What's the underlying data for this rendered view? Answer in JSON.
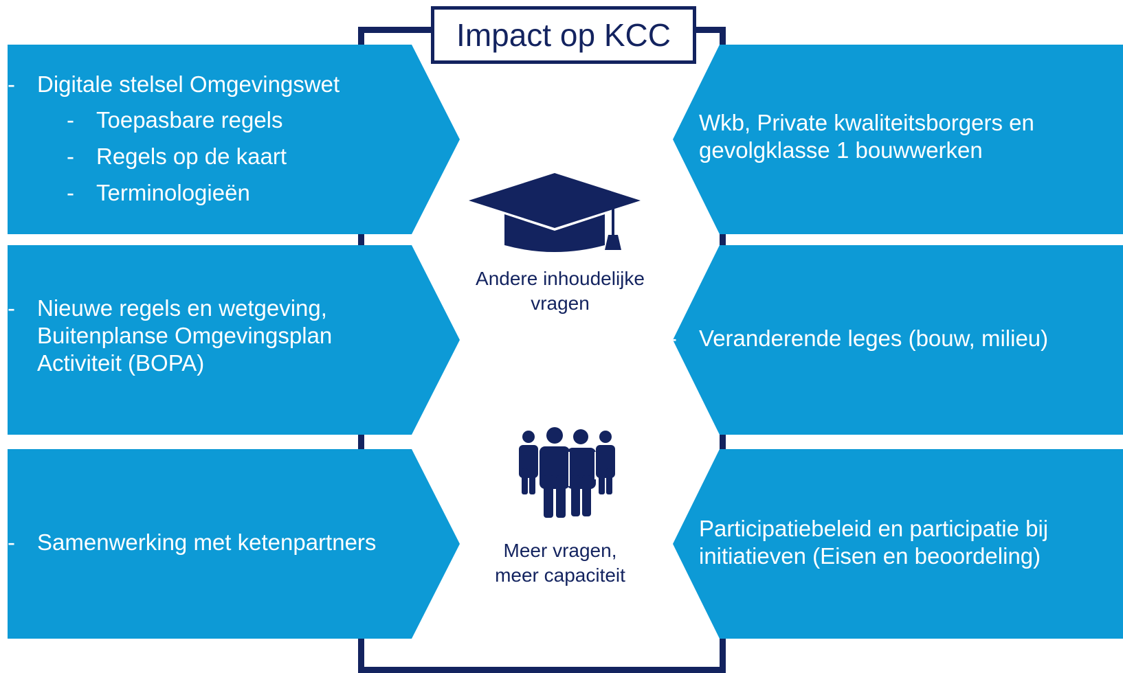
{
  "title": "Impact op KCC",
  "colors": {
    "panel": "#0d9ad6",
    "navy": "#13235f",
    "text_on_panel": "#ffffff"
  },
  "left_panels": [
    {
      "items": [
        {
          "text": "Digitale stelsel Omgevingswet",
          "level": 0
        },
        {
          "text": "Toepasbare regels",
          "level": 1
        },
        {
          "text": "Regels op de kaart",
          "level": 1
        },
        {
          "text": "Terminologieën",
          "level": 1
        }
      ]
    },
    {
      "items": [
        {
          "text": "Nieuwe regels en wetgeving, Buitenplanse Omgevingsplan Activiteit (BOPA)",
          "level": 0
        }
      ]
    },
    {
      "items": [
        {
          "text": "Samenwerking met ketenpartners",
          "level": 0
        }
      ]
    }
  ],
  "right_panels": [
    {
      "items": [
        {
          "text": "Wkb, Private kwaliteitsborgers en gevolgklasse 1 bouwwerken",
          "level": 0
        }
      ]
    },
    {
      "items": [
        {
          "text": "Veranderende leges (bouw, milieu)",
          "level": 0
        }
      ]
    },
    {
      "items": [
        {
          "text": "Participatiebeleid en participatie bij initiatieven (Eisen en beoordeling)",
          "level": 0
        }
      ]
    }
  ],
  "center": {
    "top_icon": "graduation-cap-icon",
    "top_label_line1": "Andere inhoudelijke",
    "top_label_line2": "vragen",
    "bottom_icon": "people-group-icon",
    "bottom_label_line1": "Meer vragen,",
    "bottom_label_line2": "meer capaciteit"
  },
  "bullet": "-"
}
